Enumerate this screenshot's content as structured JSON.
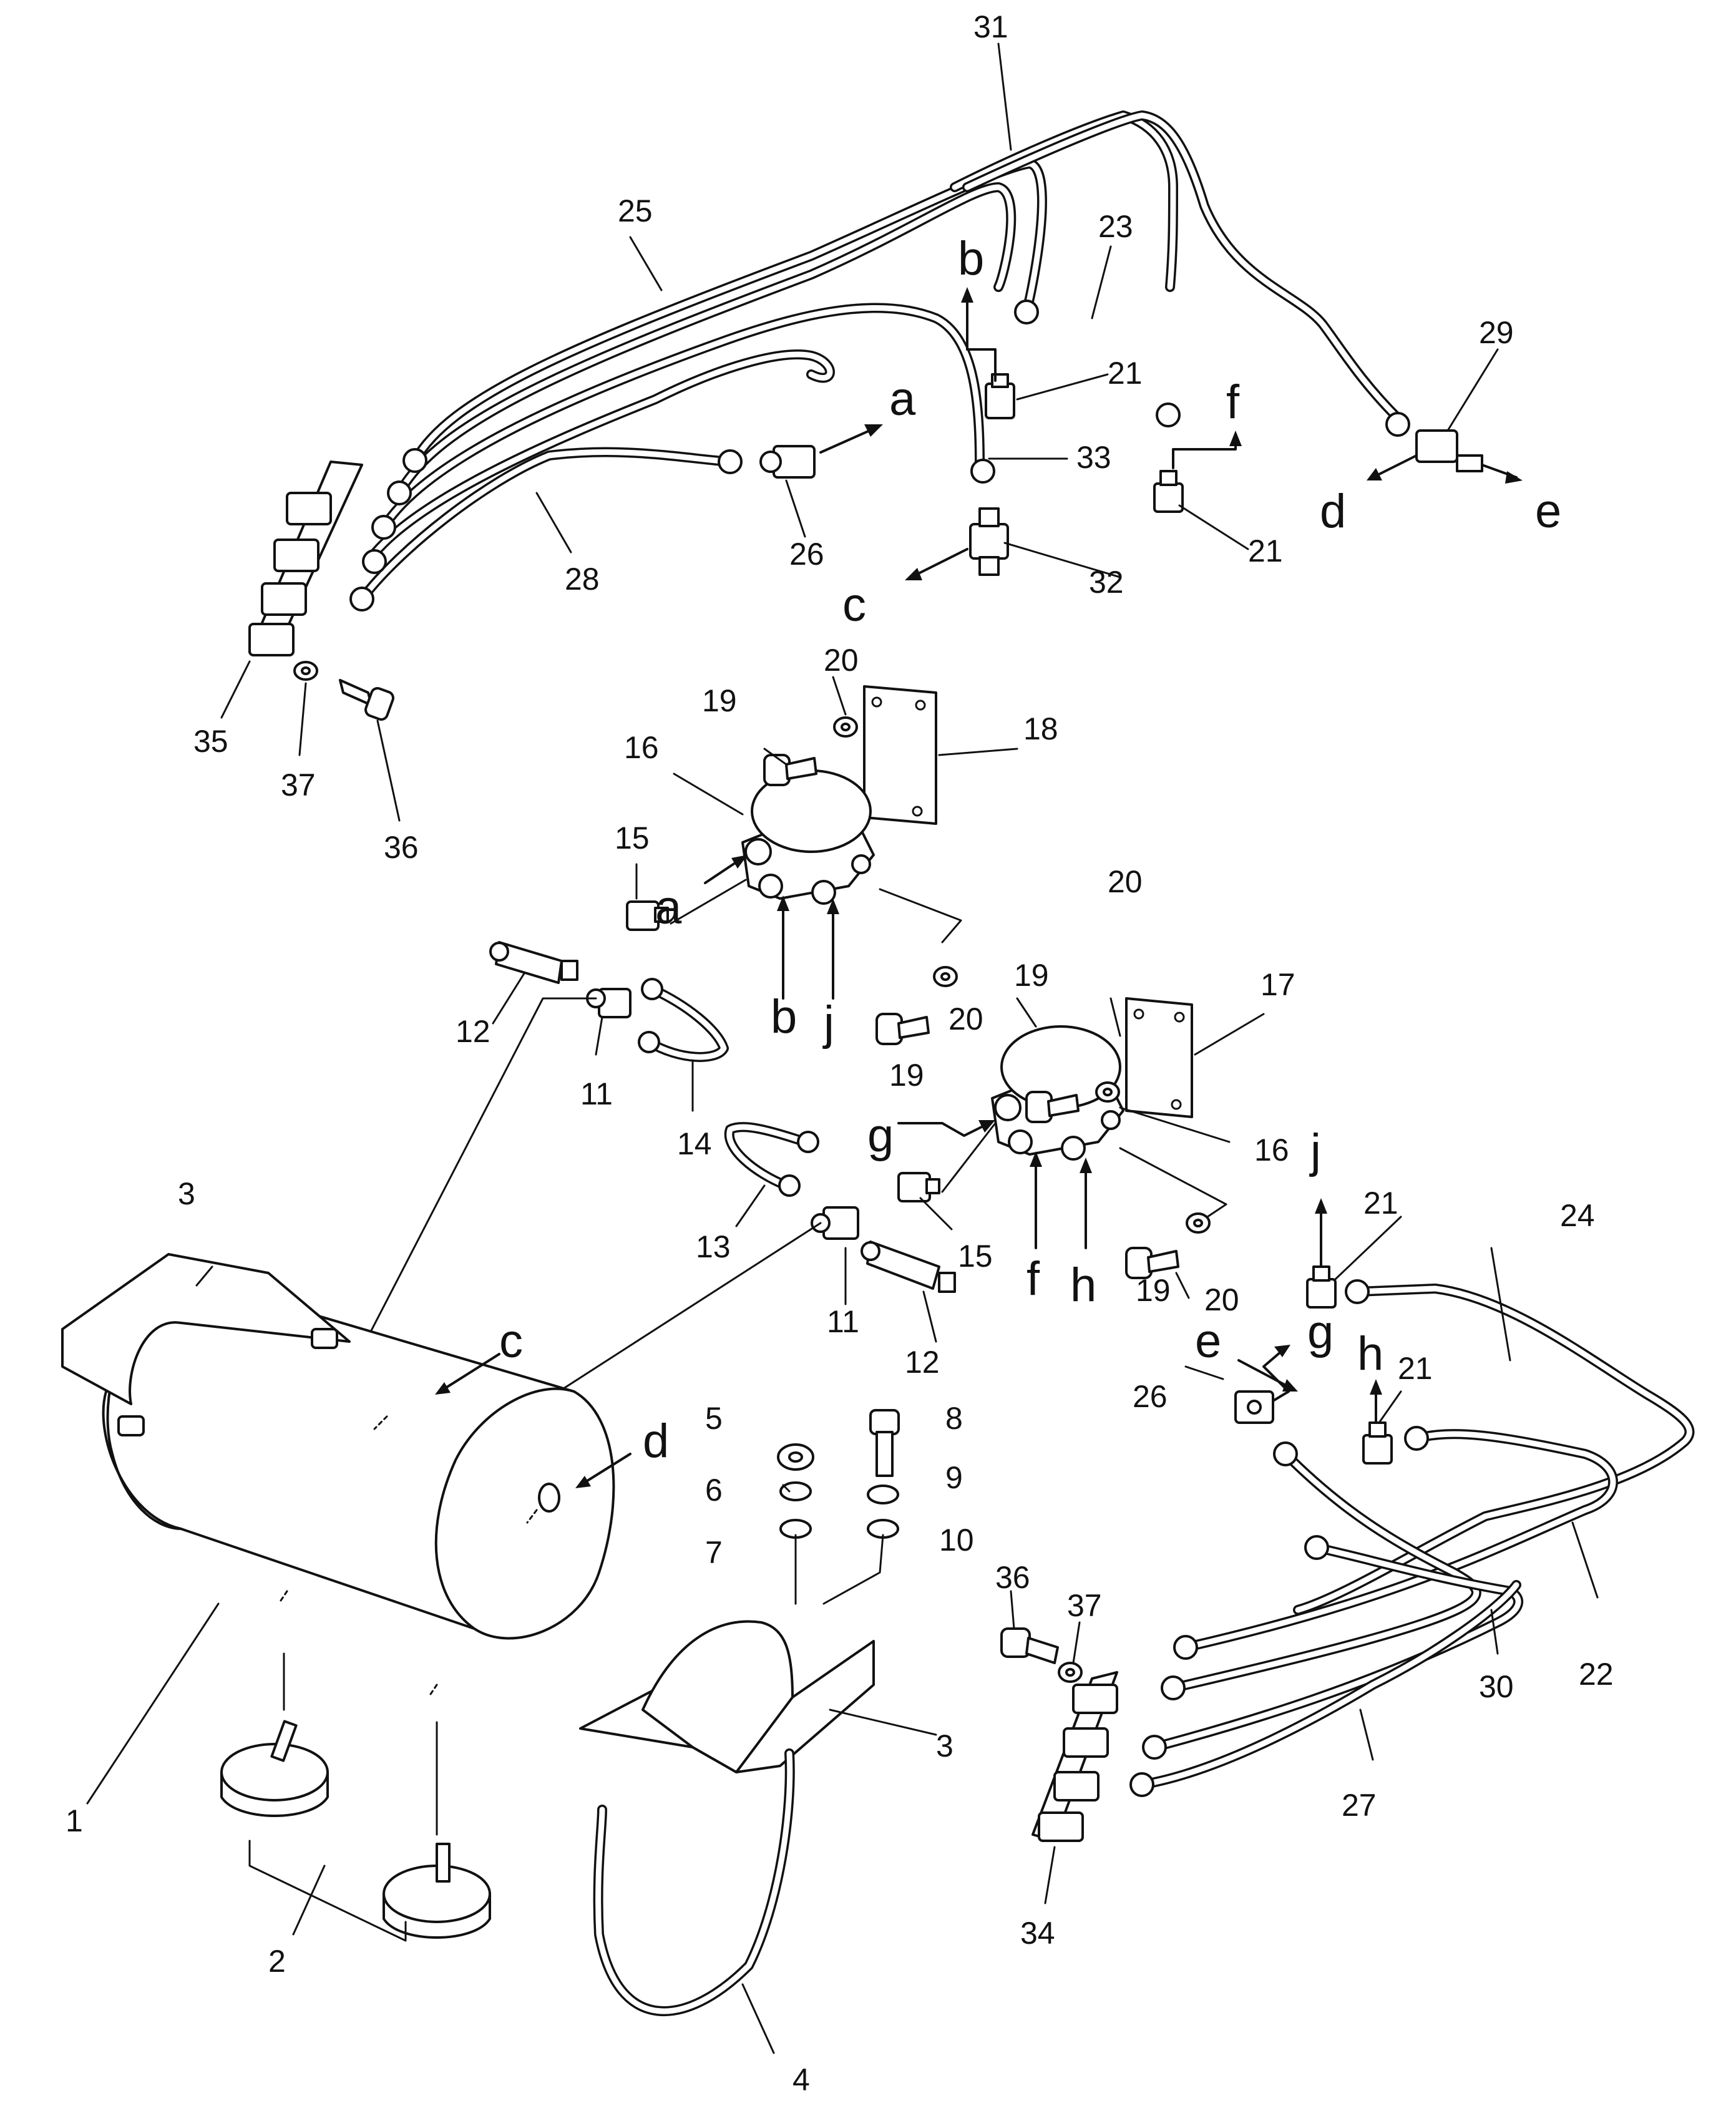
{
  "callouts": {
    "n1": "1",
    "n2": "2",
    "n3a": "3",
    "n3b": "3",
    "n4": "4",
    "n5": "5",
    "n6": "6",
    "n7": "7",
    "n8": "8",
    "n9": "9",
    "n10": "10",
    "n11a": "11",
    "n11b": "11",
    "n12a": "12",
    "n12b": "12",
    "n13": "13",
    "n14": "14",
    "n15a": "15",
    "n15b": "15",
    "n16a": "16",
    "n16b": "16",
    "n17": "17",
    "n18": "18",
    "n19a": "19",
    "n19b": "19",
    "n19c": "19",
    "n19d": "19",
    "n20a": "20",
    "n20b": "20",
    "n20c": "20",
    "n20d": "20",
    "n21a": "21",
    "n21b": "21",
    "n21c": "21",
    "n21d": "21",
    "n22": "22",
    "n23": "23",
    "n24": "24",
    "n25": "25",
    "n26a": "26",
    "n26b": "26",
    "n27": "27",
    "n28": "28",
    "n29": "29",
    "n30": "30",
    "n31": "31",
    "n32": "32",
    "n33": "33",
    "n34": "34",
    "n35": "35",
    "n36a": "36",
    "n36b": "36",
    "n37a": "37",
    "n37b": "37"
  },
  "connection_letters": {
    "a1": "a",
    "a2": "a",
    "b1": "b",
    "b2": "b",
    "c1": "c",
    "c2": "c",
    "d1": "d",
    "d2": "d",
    "e1": "e",
    "e2": "e",
    "f1": "f",
    "f2": "f",
    "g1": "g",
    "g2": "g",
    "h1": "h",
    "h2": "h",
    "j1": "j",
    "j2": "j"
  }
}
